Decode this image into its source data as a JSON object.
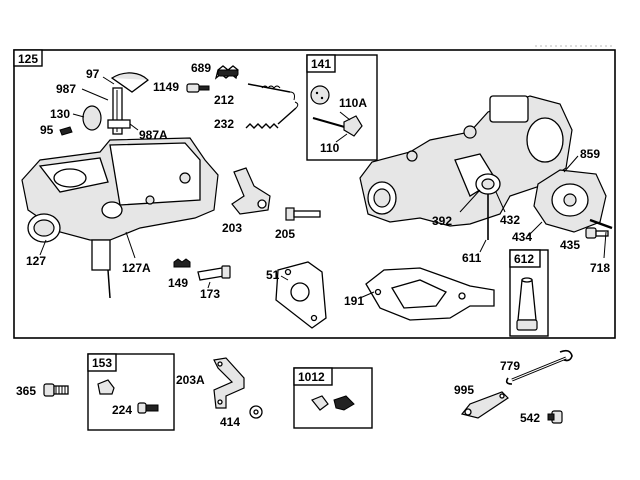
{
  "kits": {
    "k125": "125",
    "k141": "141",
    "k612": "612",
    "k153": "153",
    "k1012": "1012"
  },
  "labels": {
    "l97": "97",
    "l987": "987",
    "l130": "130",
    "l95": "95",
    "l987a": "987A",
    "l689": "689",
    "l1149": "1149",
    "l212": "212",
    "l232": "232",
    "l110a": "110A",
    "l110": "110",
    "l859": "859",
    "l127": "127",
    "l127a": "127A",
    "l203": "203",
    "l205": "205",
    "l149": "149",
    "l173": "173",
    "l51": "51",
    "l191": "191",
    "l392": "392",
    "l432": "432",
    "l611": "611",
    "l434": "434",
    "l435": "435",
    "l718": "718",
    "l365": "365",
    "l224": "224",
    "l203a": "203A",
    "l414": "414",
    "l779": "779",
    "l995": "995",
    "l542": "542"
  }
}
